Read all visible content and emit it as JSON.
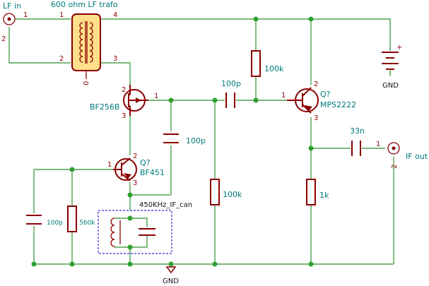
{
  "input_connector": {
    "ref": "LF in",
    "pin1": "1",
    "pin2": "2"
  },
  "output_connector": {
    "ref": "IF out",
    "pin1": "1",
    "pin2": "2"
  },
  "transformer": {
    "value": "600 ohm LF trafo",
    "pin1": "1",
    "pin2": "2",
    "pin3": "3",
    "pin4": "4",
    "pin0": "0"
  },
  "jfet": {
    "value": "BF256B",
    "pin1": "1",
    "pin2": "2",
    "pin3": "3"
  },
  "q_bf451": {
    "ref": "Q?",
    "value": "BF451",
    "pin1": "1",
    "pin2": "2",
    "pin3": "3"
  },
  "q_mps2222": {
    "ref": "Q?",
    "value": "MPS2222",
    "pin1": "1",
    "pin2": "2",
    "pin3": "3"
  },
  "cap_100p_top": {
    "value": "100p"
  },
  "cap_100p_mid": {
    "value": "100p"
  },
  "cap_100p_left": {
    "value": "100p"
  },
  "cap_33n": {
    "value": "33n"
  },
  "res_100k_top": {
    "value": "100k"
  },
  "res_100k_mid": {
    "value": "100k"
  },
  "res_560k": {
    "value": "560k"
  },
  "res_1k": {
    "value": "1k"
  },
  "if_can": {
    "value": "450KHz_IF_can"
  },
  "battery": {
    "plus": "+",
    "label": "GND"
  },
  "ground": {
    "label": "GND"
  },
  "colors": {
    "wire": "#4ea24e",
    "component": "#8b0000",
    "reference": "#007a7a",
    "junction": "#2fa02f",
    "if_can_box": "#3333cc",
    "trafo_fill": "#ffe08a"
  }
}
